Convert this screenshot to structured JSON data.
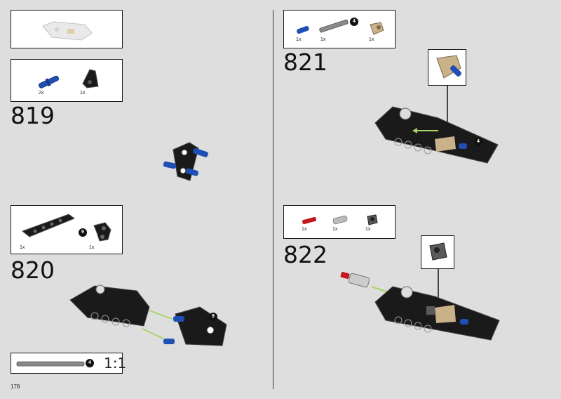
{
  "page_number": "178",
  "steps": {
    "s819": {
      "number": "819",
      "parts": [
        {
          "name": "blue-axle-pin",
          "qty": "2x"
        },
        {
          "name": "black-beam-wedge",
          "qty": "1x"
        }
      ]
    },
    "s820": {
      "number": "820",
      "parts": [
        {
          "name": "black-beam-liftarm",
          "qty": "1x",
          "badge": "9"
        },
        {
          "name": "black-angled-liftarm",
          "qty": "1x"
        }
      ]
    },
    "s821": {
      "number": "821",
      "parts": [
        {
          "name": "blue-pin",
          "qty": "1x"
        },
        {
          "name": "grey-axle",
          "qty": "1x",
          "badge": "4"
        },
        {
          "name": "tan-connector",
          "qty": "1x"
        }
      ]
    },
    "s822": {
      "number": "822",
      "parts": [
        {
          "name": "red-axle",
          "qty": "1x"
        },
        {
          "name": "grey-bush",
          "qty": "1x"
        },
        {
          "name": "dark-grey-connector",
          "qty": "1x"
        }
      ]
    }
  },
  "callouts": {
    "c820_badge": "9",
    "c821_badge": "4",
    "scale_badge": "4",
    "scale_text": "1:1"
  },
  "colors": {
    "background": "#dedede",
    "lego_blue": "#1f4fb5",
    "lego_black": "#1a1a1a",
    "lego_tan": "#c9b28a",
    "arrow_green": "#a8d46a",
    "red": "#c4161c"
  }
}
